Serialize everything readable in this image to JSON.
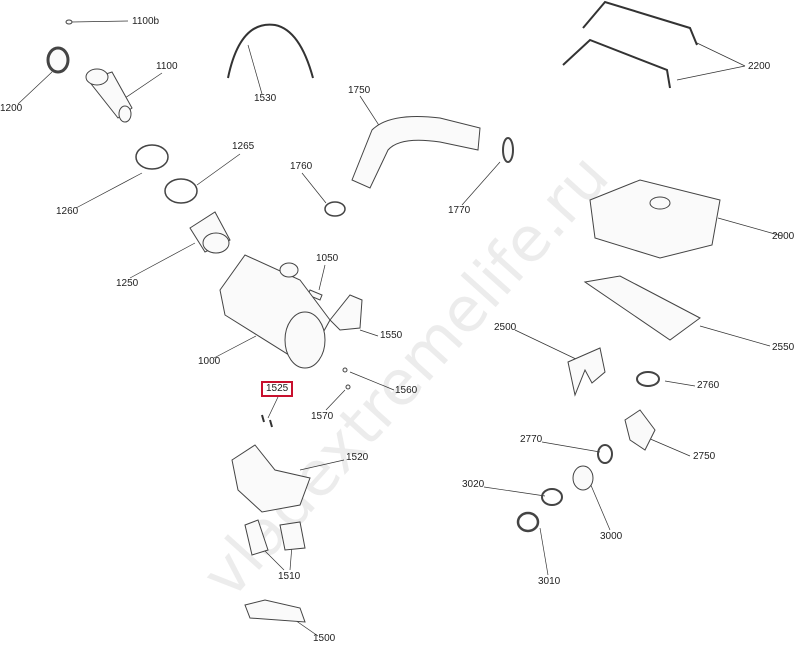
{
  "watermark": "vladextremelife.ru",
  "highlighted_part": "1525",
  "callouts": [
    {
      "id": "c1100b",
      "label": "1100b"
    },
    {
      "id": "c1200",
      "label": "1200"
    },
    {
      "id": "c1100",
      "label": "1100"
    },
    {
      "id": "c1530",
      "label": "1530"
    },
    {
      "id": "c1750",
      "label": "1750"
    },
    {
      "id": "c2200",
      "label": "2200"
    },
    {
      "id": "c1265",
      "label": "1265"
    },
    {
      "id": "c1260",
      "label": "1260"
    },
    {
      "id": "c1760",
      "label": "1760"
    },
    {
      "id": "c1770",
      "label": "1770"
    },
    {
      "id": "c2000",
      "label": "2000"
    },
    {
      "id": "c1250",
      "label": "1250"
    },
    {
      "id": "c1050",
      "label": "1050"
    },
    {
      "id": "c1550",
      "label": "1550"
    },
    {
      "id": "c2550",
      "label": "2550"
    },
    {
      "id": "c2500",
      "label": "2500"
    },
    {
      "id": "c1000",
      "label": "1000"
    },
    {
      "id": "c2760",
      "label": "2760"
    },
    {
      "id": "c1525",
      "label": "1525"
    },
    {
      "id": "c1560",
      "label": "1560"
    },
    {
      "id": "c1570",
      "label": "1570"
    },
    {
      "id": "c2770",
      "label": "2770"
    },
    {
      "id": "c2750",
      "label": "2750"
    },
    {
      "id": "c1520",
      "label": "1520"
    },
    {
      "id": "c3020",
      "label": "3020"
    },
    {
      "id": "c3000",
      "label": "3000"
    },
    {
      "id": "c3010",
      "label": "3010"
    },
    {
      "id": "c1510",
      "label": "1510"
    },
    {
      "id": "c1500",
      "label": "1500"
    }
  ]
}
